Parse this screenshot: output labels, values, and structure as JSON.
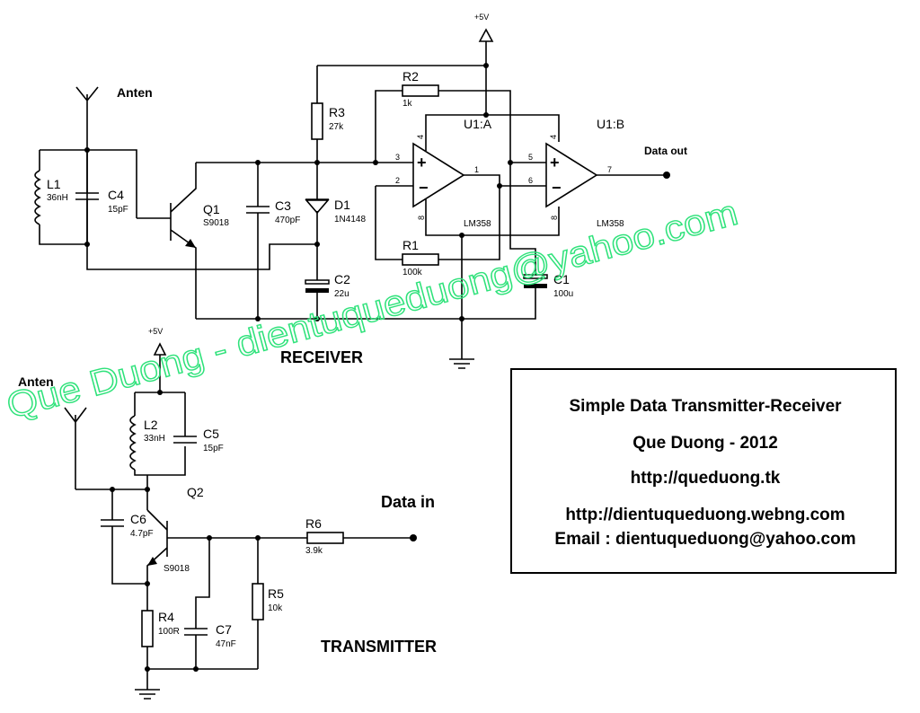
{
  "supply": {
    "label": "+5V"
  },
  "receiver": {
    "title": "RECEIVER",
    "antenna_label": "Anten",
    "output_label": "Data out",
    "components": {
      "L1": {
        "ref": "L1",
        "value": "36nH"
      },
      "C4": {
        "ref": "C4",
        "value": "15pF"
      },
      "Q1": {
        "ref": "Q1",
        "value": "S9018"
      },
      "C3": {
        "ref": "C3",
        "value": "470pF"
      },
      "R3": {
        "ref": "R3",
        "value": "27k"
      },
      "D1": {
        "ref": "D1",
        "value": "1N4148"
      },
      "C2": {
        "ref": "C2",
        "value": "22u"
      },
      "R2": {
        "ref": "R2",
        "value": "1k"
      },
      "R1": {
        "ref": "R1",
        "value": "100k"
      },
      "C1": {
        "ref": "C1",
        "value": "100u"
      },
      "U1A": {
        "ref": "U1:A",
        "value": "LM358"
      },
      "U1B": {
        "ref": "U1:B",
        "value": "LM358"
      }
    },
    "pins": {
      "a_in_plus": "3",
      "a_in_minus": "2",
      "a_out": "1",
      "a_vcc": "4",
      "a_gnd": "8",
      "b_in_plus": "5",
      "b_in_minus": "6",
      "b_out": "7",
      "b_vcc": "4",
      "b_gnd": "8"
    }
  },
  "transmitter": {
    "title": "TRANSMITTER",
    "antenna_label": "Anten",
    "input_label": "Data in",
    "components": {
      "L2": {
        "ref": "L2",
        "value": "33nH"
      },
      "C5": {
        "ref": "C5",
        "value": "15pF"
      },
      "Q2": {
        "ref": "Q2",
        "value": "S9018"
      },
      "C6": {
        "ref": "C6",
        "value": "4.7pF"
      },
      "R6": {
        "ref": "R6",
        "value": "3.9k"
      },
      "R4": {
        "ref": "R4",
        "value": "100R"
      },
      "C7": {
        "ref": "C7",
        "value": "47nF"
      },
      "R5": {
        "ref": "R5",
        "value": "10k"
      }
    }
  },
  "watermark": "Que Duong - dientuqueduong@yahoo.com",
  "info": {
    "title": "Simple Data  Transmitter-Receiver",
    "author": "Que Duong - 2012",
    "website": "http://queduong.tk",
    "website2": "http://dientuqueduong.webng.com",
    "email": "Email : dientuqueduong@yahoo.com"
  }
}
